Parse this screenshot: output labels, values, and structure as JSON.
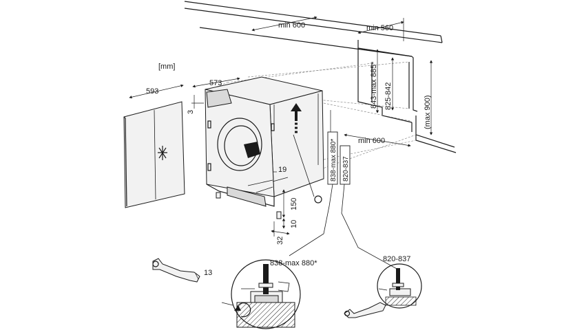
{
  "units_label": "[mm]",
  "dimensions": {
    "niche_width_top": "min 600",
    "niche_depth_top": "min 560",
    "niche_height_range": "843-max 885*",
    "niche_height_range_b": "825-842",
    "niche_height_max": "(max 900)",
    "niche_width_floor": "min 600",
    "door_width": "593",
    "machine_depth": "573",
    "top_gap": "3",
    "dim_19": "19",
    "dim_150": "150",
    "dim_10": "10",
    "dim_32": "32",
    "height_high": "838-max 880*",
    "height_low": "820-837"
  },
  "detail": {
    "wrench_size": "13",
    "left_label": "838-max 880*",
    "right_label": "820-837"
  },
  "icons": {
    "door_symbol": "snowflake-icon",
    "arrow": "up-arrow-icon",
    "rotate": "rotate-arrow-icon",
    "wrench": "wrench-icon"
  }
}
